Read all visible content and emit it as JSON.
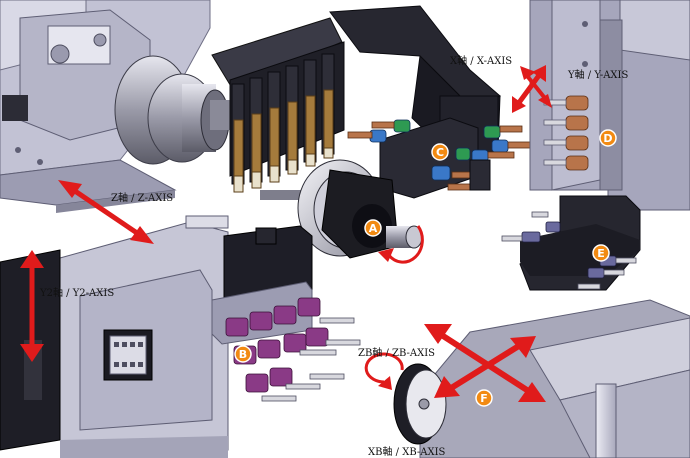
{
  "axis_labels": {
    "z": "Z軸 / Z-AXIS",
    "x": "X軸 / X-AXIS",
    "y": "Y軸 / Y-AXIS",
    "y2": "Y2軸 / Y2-AXIS",
    "zb": "ZB軸 / ZB-AXIS",
    "xb": "XB軸 / XB-AXIS"
  },
  "markers": {
    "a": "A",
    "b": "B",
    "c": "C",
    "d": "D",
    "e": "E",
    "f": "F"
  },
  "colors": {
    "arrow": "#e01b1b",
    "marker_fill": "#f28a12",
    "marker_ring": "#ffffff",
    "machine_grey": "#a7a7bb",
    "machine_light": "#d5d5e2",
    "machine_dark": "#1c1c22",
    "tool_copper": "#b8744a",
    "tool_purple": "#8a3a86",
    "tool_blue": "#3a78c8",
    "tool_green": "#2e9a52"
  }
}
